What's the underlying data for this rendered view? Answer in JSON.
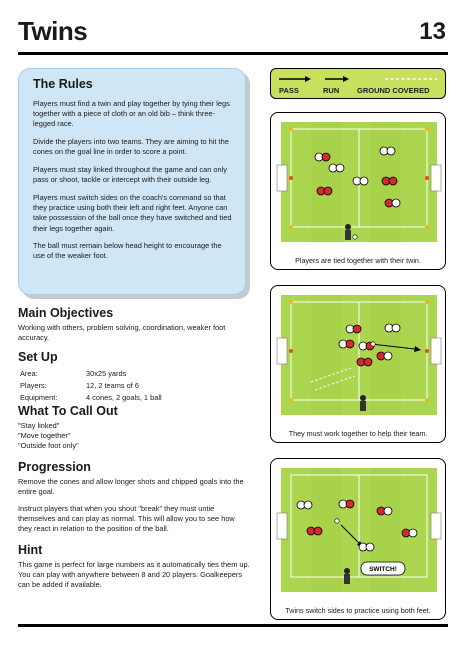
{
  "header": {
    "title": "Twins",
    "page_number": "13"
  },
  "rules": {
    "heading": "The Rules",
    "paragraphs": [
      "Players must find a twin and play together by tying their legs together with a piece of cloth or an old bib – think three-legged race.",
      "Divide the players into two teams. They are aiming to hit the cones on the goal line in order to score a point.",
      "Players must stay linked throughout the game and can only pass or shoot, tackle or intercept with their outside leg.",
      "Players must switch sides on the coach's command so that they practice using both their left and right feet. Anyone can take possession of the ball once they have switched and tied their legs together again.",
      "The ball must remain below head height to encourage the use of the weaker foot."
    ]
  },
  "main_objectives": {
    "heading": "Main Objectives",
    "text": "Working with others, problem solving, coordination, weaker foot accuracy."
  },
  "setup": {
    "heading": "Set Up",
    "area_label": "Area:",
    "area_value": "30x25 yards",
    "players_label": "Players:",
    "players_value": "12, 2 teams of 6",
    "equipment_label": "Equipment:",
    "equipment_value": "4 cones, 2 goals, 1 ball"
  },
  "call_out": {
    "heading": "What To Call Out",
    "items": [
      "\"Stay linked\"",
      "\"Move together\"",
      "\"Outside foot only\""
    ]
  },
  "progression": {
    "heading": "Progression",
    "paragraphs": [
      "Remove the cones and allow longer shots and chipped goals into the entire goal.",
      "Instruct players that when you shout \"break\" they must untie themselves and can play as normal. This will allow you to see how they react in relation to the position of the ball."
    ]
  },
  "hint": {
    "heading": "Hint",
    "text": "This game is perfect for large numbers as it automatically ties them up. You can play with anywhere between 8 and 20 players. Goalkeepers can be added if available."
  },
  "legend": {
    "pass": "PASS",
    "run": "RUN",
    "ground": "GROUND COVERED"
  },
  "diagrams": [
    {
      "caption": "Players are tied together with their twin."
    },
    {
      "caption": "They must work together to help their team."
    },
    {
      "caption": "Twins switch sides to practice using both feet.",
      "bubble": "SWITCH!"
    }
  ],
  "colors": {
    "rules_bg": "#cfe6f6",
    "pitch": "#a8d24a",
    "pitch_dark": "#9bc83f",
    "red_team": "#d42a2a",
    "white_team": "#ffffff",
    "cone": "#f0b500",
    "legend_bg": "#c7e15f"
  }
}
